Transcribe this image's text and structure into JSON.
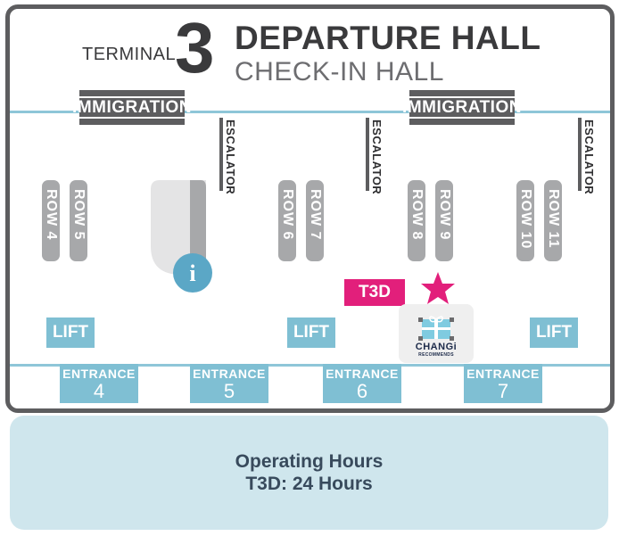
{
  "header": {
    "terminal_word": "TERMINAL",
    "terminal_number": "3",
    "title": "DEPARTURE HALL",
    "subtitle": "CHECK-IN HALL"
  },
  "immigration": [
    "IMMIGRATION",
    "IMMIGRATION"
  ],
  "escalators": [
    "ESCALATOR",
    "ESCALATOR",
    "ESCALATOR"
  ],
  "rows": [
    "ROW 4",
    "ROW 5",
    "ROW 6",
    "ROW 7",
    "ROW 8",
    "ROW 9",
    "ROW 10",
    "ROW 11"
  ],
  "lifts": [
    "LIFT",
    "LIFT",
    "LIFT"
  ],
  "entrances": [
    {
      "label": "ENTRANCE",
      "number": "4"
    },
    {
      "label": "ENTRANCE",
      "number": "5"
    },
    {
      "label": "ENTRANCE",
      "number": "6"
    },
    {
      "label": "ENTRANCE",
      "number": "7"
    }
  ],
  "info_symbol": "i",
  "t3d_label": "T3D",
  "changi": {
    "name": "CHANGi",
    "tagline": "RECOMMENDS"
  },
  "hours": {
    "title": "Operating Hours",
    "detail": "T3D: 24 Hours"
  },
  "colors": {
    "dark_grey": "#5d5d5f",
    "row_grey": "#a7a8aa",
    "blue": "#7fbfd3",
    "line_blue": "#8ec6d8",
    "pink": "#e21f7b",
    "info_blue": "#5ba7c6",
    "hours_bg": "#cfe6ed"
  },
  "icons": [
    "info-icon",
    "star-icon",
    "gift-box-icon"
  ]
}
